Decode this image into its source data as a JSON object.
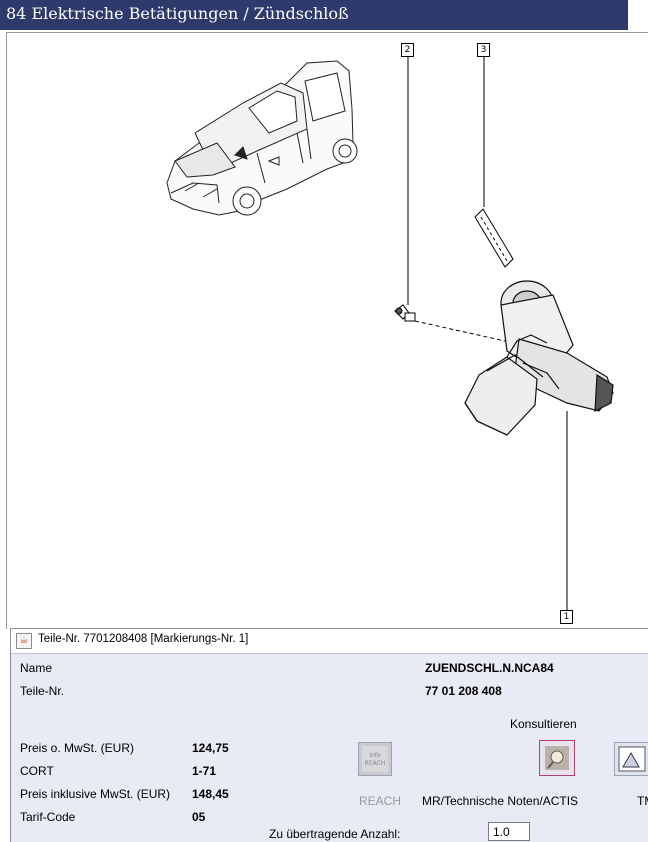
{
  "window": {
    "title": "84 Elektrische Betätigungen / Zündschloß"
  },
  "diagram": {
    "callouts": [
      "2",
      "3",
      "1"
    ]
  },
  "dialog": {
    "title": "Teile-Nr. 7701208408 [Markierungs-Nr. 1]",
    "name_label": "Name",
    "name_value": "ZUENDSCHL.N.NCA84",
    "part_label": "Teile-Nr.",
    "part_value": "77 01 208 408",
    "consult_label": "Konsultieren",
    "price_ex_label": "Preis o. MwSt. (EUR)",
    "price_ex_value": "124,75",
    "cort_label": "CORT",
    "cort_value": "1-71",
    "price_inc_label": "Preis inklusive MwSt. (EUR)",
    "price_inc_value": "148,45",
    "tarif_label": "Tarif-Code",
    "tarif_value": "05",
    "reach_icon_text": "Info REACH",
    "reach_label": "REACH",
    "mr_label": "MR/Technische Noten/ACTIS",
    "tm_label": "TM",
    "quantity_label": "Zu übertragende Anzahl:",
    "quantity_value": "1.0"
  }
}
